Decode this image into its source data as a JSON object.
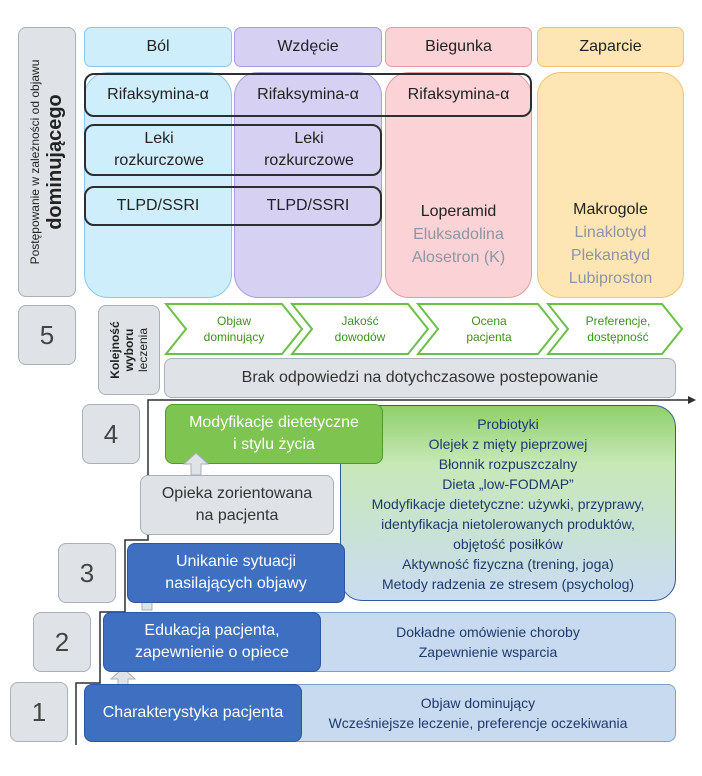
{
  "side_label": {
    "line1": "Postępowanie w zależności od objawu",
    "line2": "dominującego"
  },
  "headers": [
    "Ból",
    "Wzdęcie",
    "Biegunka",
    "Zaparcie"
  ],
  "rifaksymina": [
    "Rifaksymina-α",
    "Rifaksymina-α",
    "Rifaksymina-α"
  ],
  "leki": [
    "Leki rozkurczowe",
    "Leki rozkurczowe"
  ],
  "tlpd": [
    "TLPD/SSRI",
    "TLPD/SSRI"
  ],
  "biegunka_list": {
    "main": "Loperamid",
    "others": [
      "Eluksadolina",
      "Alosetron (K)"
    ]
  },
  "zaparcie_list": {
    "main": "Makrogole",
    "others": [
      "Linaklotyd",
      "Plekanatyd",
      "Lubiproston"
    ]
  },
  "level_numbers": [
    "5",
    "4",
    "3",
    "2",
    "1"
  ],
  "kolejnosc": {
    "bold": "Kolejność wyboru",
    "normal": "leczenia"
  },
  "criteria": [
    [
      "Objaw",
      "dominujący"
    ],
    [
      "Jakość",
      "dowodów"
    ],
    [
      "Ocena",
      "pacjenta"
    ],
    [
      "Preferencje,",
      "dostępność"
    ]
  ],
  "brak": "Brak odpowiedzi na dotychczasowe postepowanie",
  "modyfikacje": [
    "Modyfikacje dietetyczne",
    "i stylu życia"
  ],
  "green_list": [
    "Probiotyki",
    "Olejek z mięty pieprzowej",
    "Błonnik rozpuszczalny",
    "Dieta „low-FODMAP”",
    "Modyfikacje dietetyczne: używki, przyprawy,",
    "identyfikacja nietolerowanych produktów,",
    "objętość posiłków",
    "Aktywność fizyczna (trening, joga)",
    "Metody radzenia ze stresem (psycholog)"
  ],
  "opieka": [
    "Opieka zorientowana",
    "na pacjenta"
  ],
  "unikanie": [
    "Unikanie sytuacji",
    "nasilających objawy"
  ],
  "edukacja": [
    "Edukacja pacjenta,",
    "zapewnienie o opiece"
  ],
  "edukacja_desc": [
    "Dokładne omówienie choroby",
    "Zapewnienie wsparcia"
  ],
  "charakterystyka": "Charakterystyka pacjenta",
  "charakterystyka_desc": [
    "Objaw dominujący",
    "Wcześniejsze leczenie, preferencje oczekiwania"
  ],
  "colors": {
    "bol": "#cfeefb",
    "wzdecie": "#d6d0f3",
    "biegunka": "#fbd3d6",
    "zaparcie": "#fde6b3",
    "green_gradient_top": "#8fd06a",
    "blue": "#3e6fc0",
    "light_blue": "#c7daf0"
  }
}
